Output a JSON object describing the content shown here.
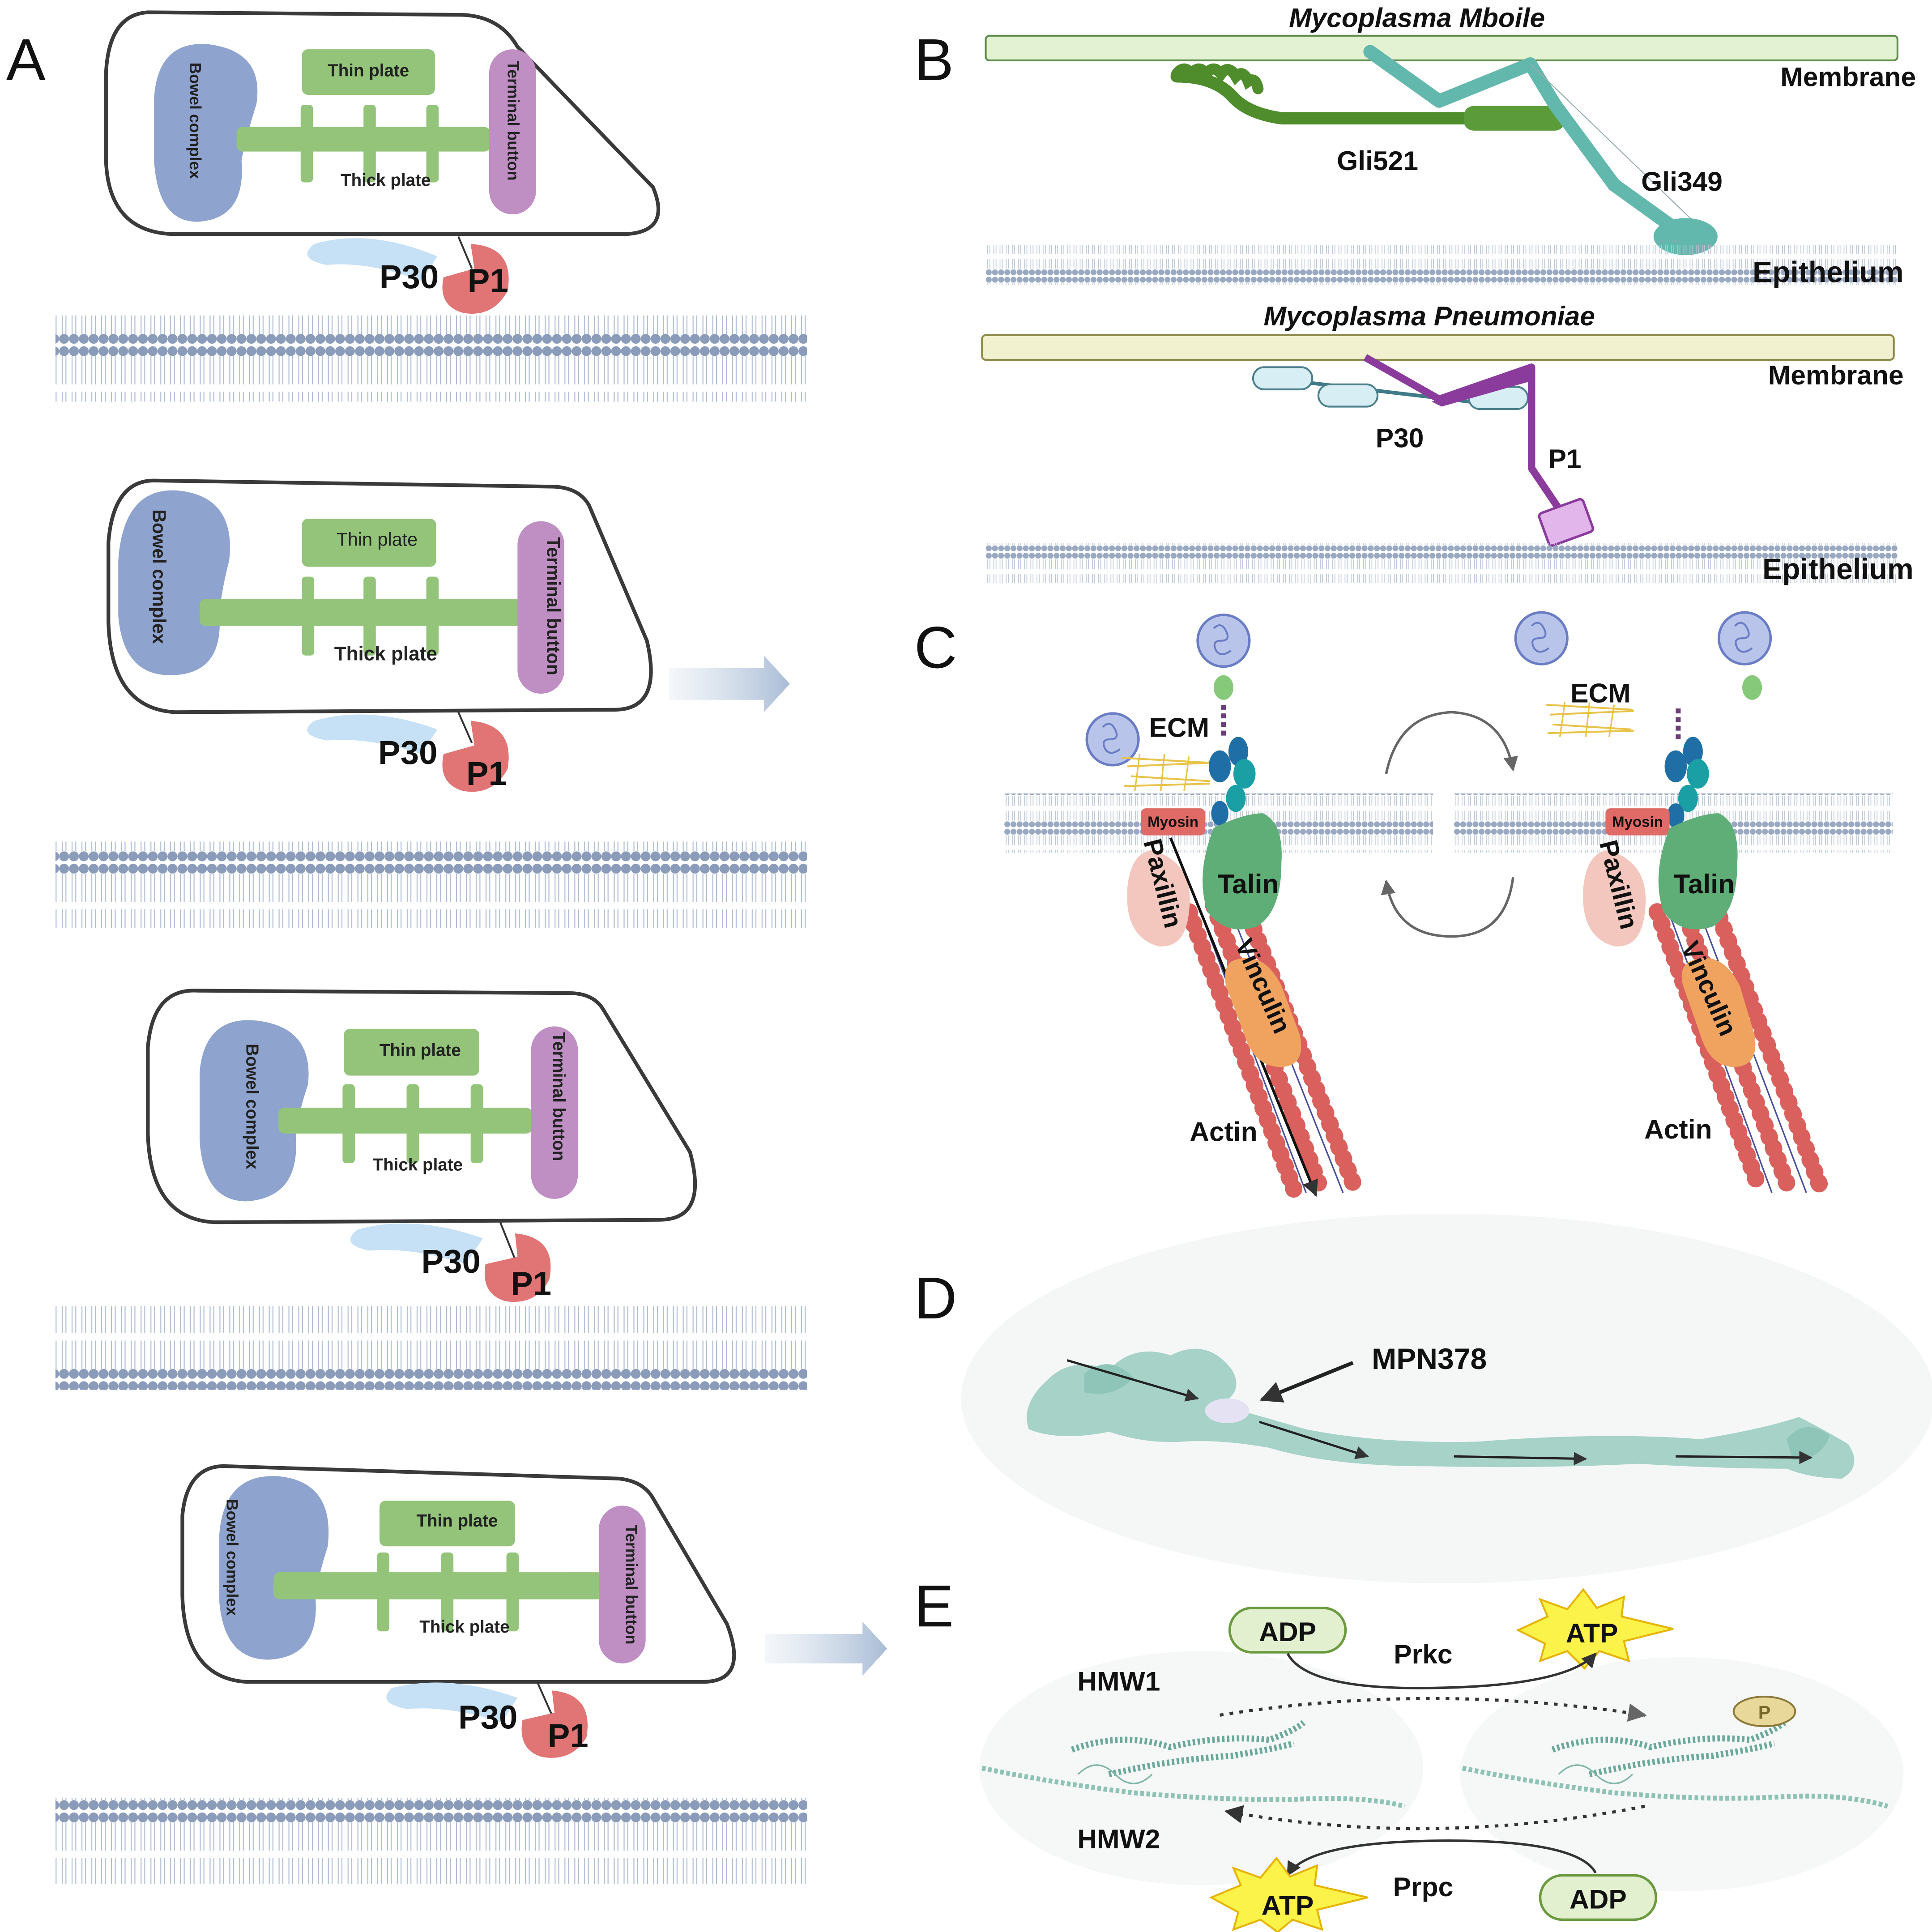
{
  "panel_labels": {
    "a": "A",
    "b": "B",
    "c": "C",
    "d": "D",
    "e": "E"
  },
  "panel_a": {
    "cells": [
      {
        "bowel": "Bowel complex",
        "thin": "Thin plate",
        "thick": "Thick plate",
        "terminal": "Terminal button",
        "p30": "P30",
        "p1": "P1"
      },
      {
        "bowel": "Bowel complex",
        "thin": "Thin plate",
        "thick": "Thick plate",
        "terminal": "Terminal button",
        "p30": "P30",
        "p1": "P1"
      },
      {
        "bowel": "Bowel complex",
        "thin": "Thin plate",
        "thick": "Thick plate",
        "terminal": "Terminal button",
        "p30": "P30",
        "p1": "P1"
      },
      {
        "bowel": "Bowel complex",
        "thin": "Thin plate",
        "thick": "Thick plate",
        "terminal": "Terminal button",
        "p30": "P30",
        "p1": "P1"
      }
    ]
  },
  "panel_b": {
    "mobile": {
      "title": "Mycoplasma Mboile",
      "membrane": "Membrane",
      "gli521": "Gli521",
      "gli349": "Gli349",
      "epithelium": "Epithelium"
    },
    "pneumoniae": {
      "title": "Mycoplasma Pneumoniae",
      "membrane": "Membrane",
      "p30": "P30",
      "p1": "P1",
      "epithelium": "Epithelium"
    }
  },
  "panel_c": {
    "left": {
      "ecm": "ECM",
      "myosin": "Myosin",
      "paxillin": "Paxillin",
      "talin": "Talin",
      "vinculin": "Vinculin",
      "actin": "Actin"
    },
    "right": {
      "ecm": "ECM",
      "myosin": "Myosin",
      "paxillin": "Paxillin",
      "talin": "Talin",
      "vinculin": "Vinculin",
      "actin": "Actin"
    }
  },
  "panel_d": {
    "mpn378": "MPN378"
  },
  "panel_e": {
    "adp_top": "ADP",
    "atp_top": "ATP",
    "prkc": "Prkc",
    "hmw1": "HMW1",
    "hmw2": "HMW2",
    "p": "P",
    "atp_bottom": "ATP",
    "prpc": "Prpc",
    "adp_bottom": "ADP"
  }
}
